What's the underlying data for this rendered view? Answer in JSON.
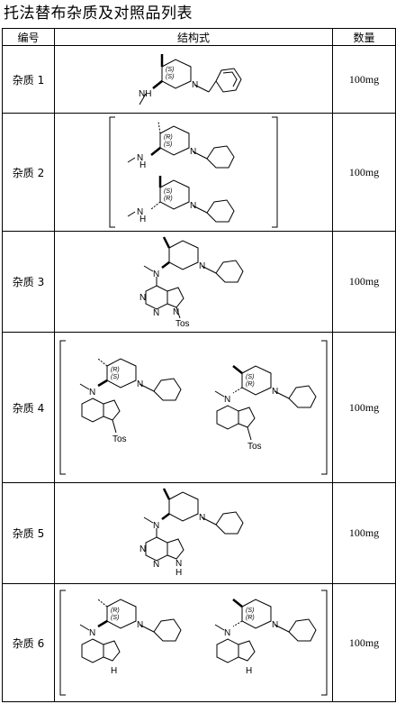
{
  "title": "托法替布杂质及对照品列表",
  "headers": {
    "code": "编号",
    "structure": "结构式",
    "quantity": "数量"
  },
  "rows": [
    {
      "name": "杂质 1",
      "quantity": "100mg",
      "structure": {
        "stereo_top": [
          "(S)",
          "(S)"
        ]
      }
    },
    {
      "name": "杂质 2",
      "quantity": "100mg",
      "structure": {
        "stereo_top": [
          "(R)",
          "(S)"
        ],
        "stereo_bottom": [
          "(S)",
          "(R)"
        ]
      }
    },
    {
      "name": "杂质 3",
      "quantity": "100mg",
      "structure": {
        "group": "Tos"
      }
    },
    {
      "name": "杂质 4",
      "quantity": "100mg",
      "structure": {
        "stereo_left": [
          "(R)",
          "(S)"
        ],
        "stereo_right": [
          "(S)",
          "(R)"
        ],
        "group_left": "Tos",
        "group_right": "Tos"
      }
    },
    {
      "name": "杂质 5",
      "quantity": "100mg",
      "structure": {
        "nh": "H"
      }
    },
    {
      "name": "杂质 6",
      "quantity": "100mg",
      "structure": {
        "stereo_left": [
          "(R)",
          "(S)"
        ],
        "stereo_right": [
          "(S)",
          "(R)"
        ],
        "nh": "H"
      }
    }
  ],
  "atoms": {
    "N": "N",
    "H": "H"
  }
}
